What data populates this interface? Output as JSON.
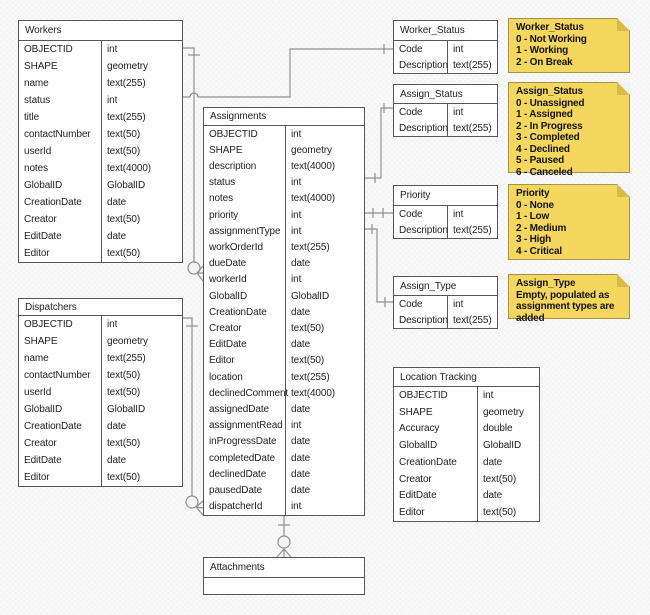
{
  "diagram": {
    "background_color": "#f4f4f4",
    "line_color": "#8f8f8f",
    "entity_border_color": "#565656",
    "note_fill_color": "#f5d65e",
    "note_border_color": "#a5914b",
    "tables": [
      {
        "id": "workers",
        "title": "Workers",
        "fields": [
          {
            "name": "OBJECTID",
            "type": "int"
          },
          {
            "name": "SHAPE",
            "type": "geometry"
          },
          {
            "name": "name",
            "type": "text(255)"
          },
          {
            "name": "status",
            "type": "int"
          },
          {
            "name": "title",
            "type": "text(255)"
          },
          {
            "name": "contactNumber",
            "type": "text(50)"
          },
          {
            "name": "userId",
            "type": "text(50)"
          },
          {
            "name": "notes",
            "type": "text(4000)"
          },
          {
            "name": "GlobalID",
            "type": "GlobalID"
          },
          {
            "name": "CreationDate",
            "type": "date"
          },
          {
            "name": "Creator",
            "type": "text(50)"
          },
          {
            "name": "EditDate",
            "type": "date"
          },
          {
            "name": "Editor",
            "type": "text(50)"
          }
        ]
      },
      {
        "id": "dispatchers",
        "title": "Dispatchers",
        "fields": [
          {
            "name": "OBJECTID",
            "type": "int"
          },
          {
            "name": "SHAPE",
            "type": "geometry"
          },
          {
            "name": "name",
            "type": "text(255)"
          },
          {
            "name": "contactNumber",
            "type": "text(50)"
          },
          {
            "name": "userId",
            "type": "text(50)"
          },
          {
            "name": "GlobalID",
            "type": "GlobalID"
          },
          {
            "name": "CreationDate",
            "type": "date"
          },
          {
            "name": "Creator",
            "type": "text(50)"
          },
          {
            "name": "EditDate",
            "type": "date"
          },
          {
            "name": "Editor",
            "type": "text(50)"
          }
        ]
      },
      {
        "id": "assignments",
        "title": "Assignments",
        "fields": [
          {
            "name": "OBJECTID",
            "type": "int"
          },
          {
            "name": "SHAPE",
            "type": "geometry"
          },
          {
            "name": "description",
            "type": "text(4000)"
          },
          {
            "name": "status",
            "type": "int"
          },
          {
            "name": "notes",
            "type": "text(4000)"
          },
          {
            "name": "priority",
            "type": "int"
          },
          {
            "name": "assignmentType",
            "type": "int"
          },
          {
            "name": "workOrderId",
            "type": "text(255)"
          },
          {
            "name": "dueDate",
            "type": "date"
          },
          {
            "name": "workerId",
            "type": "int"
          },
          {
            "name": "GlobalID",
            "type": "GlobalID"
          },
          {
            "name": "CreationDate",
            "type": "date"
          },
          {
            "name": "Creator",
            "type": "text(50)"
          },
          {
            "name": "EditDate",
            "type": "date"
          },
          {
            "name": "Editor",
            "type": "text(50)"
          },
          {
            "name": "location",
            "type": "text(255)"
          },
          {
            "name": "declinedComment",
            "type": "text(4000)"
          },
          {
            "name": "assignedDate",
            "type": "date"
          },
          {
            "name": "assignmentRead",
            "type": "int"
          },
          {
            "name": "inProgressDate",
            "type": "date"
          },
          {
            "name": "completedDate",
            "type": "date"
          },
          {
            "name": "declinedDate",
            "type": "date"
          },
          {
            "name": "pausedDate",
            "type": "date"
          },
          {
            "name": "dispatcherId",
            "type": "int"
          }
        ]
      },
      {
        "id": "worker-status",
        "title": "Worker_Status",
        "fields": [
          {
            "name": "Code",
            "type": "int"
          },
          {
            "name": "Description",
            "type": "text(255)"
          }
        ]
      },
      {
        "id": "assign-status",
        "title": "Assign_Status",
        "fields": [
          {
            "name": "Code",
            "type": "int"
          },
          {
            "name": "Description",
            "type": "text(255)"
          }
        ]
      },
      {
        "id": "priority",
        "title": "Priority",
        "fields": [
          {
            "name": "Code",
            "type": "int"
          },
          {
            "name": "Description",
            "type": "text(255)"
          }
        ]
      },
      {
        "id": "assign-type",
        "title": "Assign_Type",
        "fields": [
          {
            "name": "Code",
            "type": "int"
          },
          {
            "name": "Description",
            "type": "text(255)"
          }
        ]
      },
      {
        "id": "location-tracking",
        "title": "Location Tracking",
        "fields": [
          {
            "name": "OBJECTID",
            "type": "int"
          },
          {
            "name": "SHAPE",
            "type": "geometry"
          },
          {
            "name": "Accuracy",
            "type": "double"
          },
          {
            "name": "GlobalID",
            "type": "GlobalID"
          },
          {
            "name": "CreationDate",
            "type": "date"
          },
          {
            "name": "Creator",
            "type": "text(50)"
          },
          {
            "name": "EditDate",
            "type": "date"
          },
          {
            "name": "Editor",
            "type": "text(50)"
          }
        ]
      },
      {
        "id": "attachments",
        "title": "Attachments",
        "fields": []
      }
    ],
    "notes": [
      {
        "id": "worker-status",
        "title": "Worker_Status",
        "lines": [
          "0 - Not Working",
          "1 - Working",
          "2 - On Break"
        ]
      },
      {
        "id": "assign-status",
        "title": "Assign_Status",
        "lines": [
          "0 - Unassigned",
          "1 - Assigned",
          "2 - In Progress",
          "3 - Completed",
          "4 - Declined",
          "5 - Paused",
          "6 - Canceled"
        ]
      },
      {
        "id": "priority",
        "title": "Priority",
        "lines": [
          "0 - None",
          "1 - Low",
          "2 - Medium",
          "3 - High",
          "4 - Critical"
        ]
      },
      {
        "id": "assign-type",
        "title": "Assign_Type",
        "lines": [
          "Empty, populated as assignment types are added"
        ]
      }
    ]
  }
}
